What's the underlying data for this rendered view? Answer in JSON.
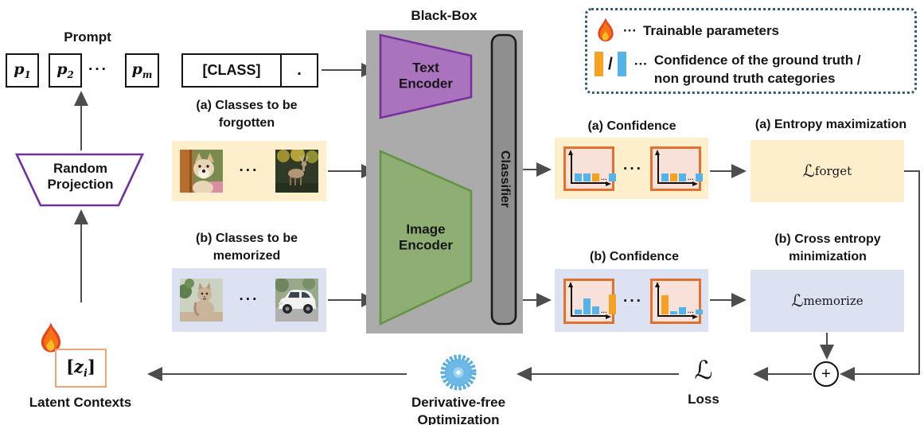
{
  "colors": {
    "orange": "#F5A122",
    "blue": "#52B4E9",
    "yellow_box": "#FDEFCB",
    "blue_box": "#DCE2F2",
    "chart_bg": "#F8E1D9",
    "chart_border": "#E2702E",
    "blackbox_gray": "#ABABAB",
    "text_encoder_purple": "#A973BE",
    "image_encoder_green": "#8FAE74",
    "legend_border": "#2E5F6E"
  },
  "prompt": {
    "title": "Prompt",
    "tokens": [
      {
        "base": "p",
        "sub": "1"
      },
      {
        "base": "p",
        "sub": "2"
      },
      {
        "base": "p",
        "sub": "m"
      }
    ],
    "ellipsis": "···"
  },
  "class_box": {
    "label": "[CLASS]",
    "dot": "."
  },
  "black_box": {
    "title": "Black-Box",
    "text_encoder_line1": "Text",
    "text_encoder_line2": "Encoder",
    "image_encoder_line1": "Image",
    "image_encoder_line2": "Encoder",
    "classifier": "Classifier"
  },
  "sections": {
    "forgotten_line1": "(a) Classes to be",
    "forgotten_line2": "forgotten",
    "memorized_line1": "(b) Classes to be",
    "memorized_line2": "memorized",
    "images_ellipsis": "···"
  },
  "images": {
    "dog": "shiba-dog-photo",
    "deer": "deer-photo",
    "cat": "cat-photo",
    "car": "white-car-photo"
  },
  "legend": {
    "dots1": "···",
    "row1_label": "Trainable parameters",
    "slash": "/",
    "dots2": "···",
    "row2_line1": "Confidence of the ground truth /",
    "row2_line2": "non ground truth categories"
  },
  "confidence": {
    "a_title": "(a) Confidence",
    "b_title": "(b) Confidence",
    "dots": "···",
    "dots_small": "···"
  },
  "mini_charts": {
    "a1": {
      "bars": [
        {
          "color": "blue",
          "h": 30
        },
        {
          "color": "blue",
          "h": 30
        },
        {
          "color": "orange",
          "h": 30
        },
        {
          "dots": true
        },
        {
          "color": "blue",
          "h": 30
        }
      ]
    },
    "a2": {
      "bars": [
        {
          "color": "blue",
          "h": 30
        },
        {
          "color": "orange",
          "h": 30
        },
        {
          "color": "blue",
          "h": 30
        },
        {
          "dots": true
        },
        {
          "color": "blue",
          "h": 30
        }
      ]
    },
    "b1": {
      "bars": [
        {
          "color": "blue",
          "h": 18
        },
        {
          "color": "blue",
          "h": 60
        },
        {
          "color": "blue",
          "h": 30
        },
        {
          "dots": true
        },
        {
          "color": "orange",
          "h": 76
        }
      ]
    },
    "b2": {
      "bars": [
        {
          "color": "orange",
          "h": 72
        },
        {
          "color": "blue",
          "h": 12
        },
        {
          "color": "blue",
          "h": 26
        },
        {
          "dots": true
        },
        {
          "color": "blue",
          "h": 18
        }
      ]
    }
  },
  "losses": {
    "a_title": "(a) Entropy maximization",
    "b_title_line1": "(b) Cross entropy",
    "b_title_line2": "minimization",
    "forget_symbol": "ℒ",
    "forget_sub": "forget",
    "memorize_symbol": "ℒ",
    "memorize_sub": "memorize",
    "plus": "+"
  },
  "random_projection": {
    "line1": "Random",
    "line2": "Projection"
  },
  "latent": {
    "open": "[",
    "base": "z",
    "sub": "i",
    "close": "]",
    "label": "Latent Contexts"
  },
  "bottom": {
    "loss_symbol": "ℒ",
    "loss_label": "Loss",
    "dfo_line1": "Derivative-free",
    "dfo_line2": "Optimization"
  }
}
